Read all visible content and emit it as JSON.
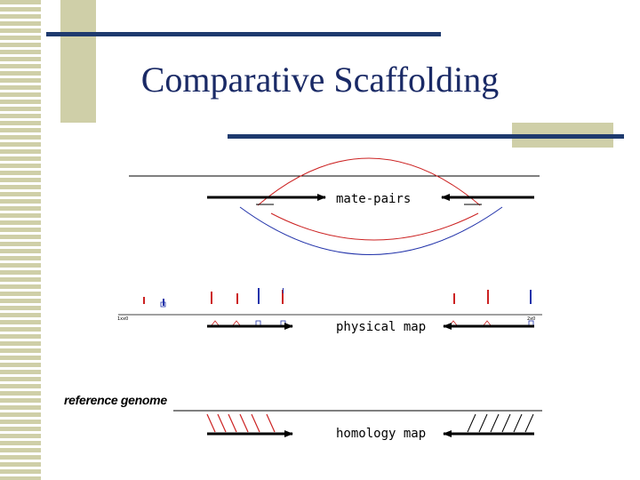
{
  "slide": {
    "title": "Comparative Scaffolding"
  },
  "diagram": {
    "mate_pairs_label": "mate-pairs",
    "physical_map_label": "physical map",
    "reference_genome_label": "reference genome",
    "homology_map_label": "homology map",
    "marker_left_label": "1xx0",
    "marker_right_label": "2x0",
    "colors": {
      "theme_bar": "#1e3a6e",
      "accent_block": "#cfcfa8",
      "title": "#1a2a66",
      "red_arc": "#cc2222",
      "blue_arc": "#2233aa",
      "contig": "#000000"
    }
  }
}
